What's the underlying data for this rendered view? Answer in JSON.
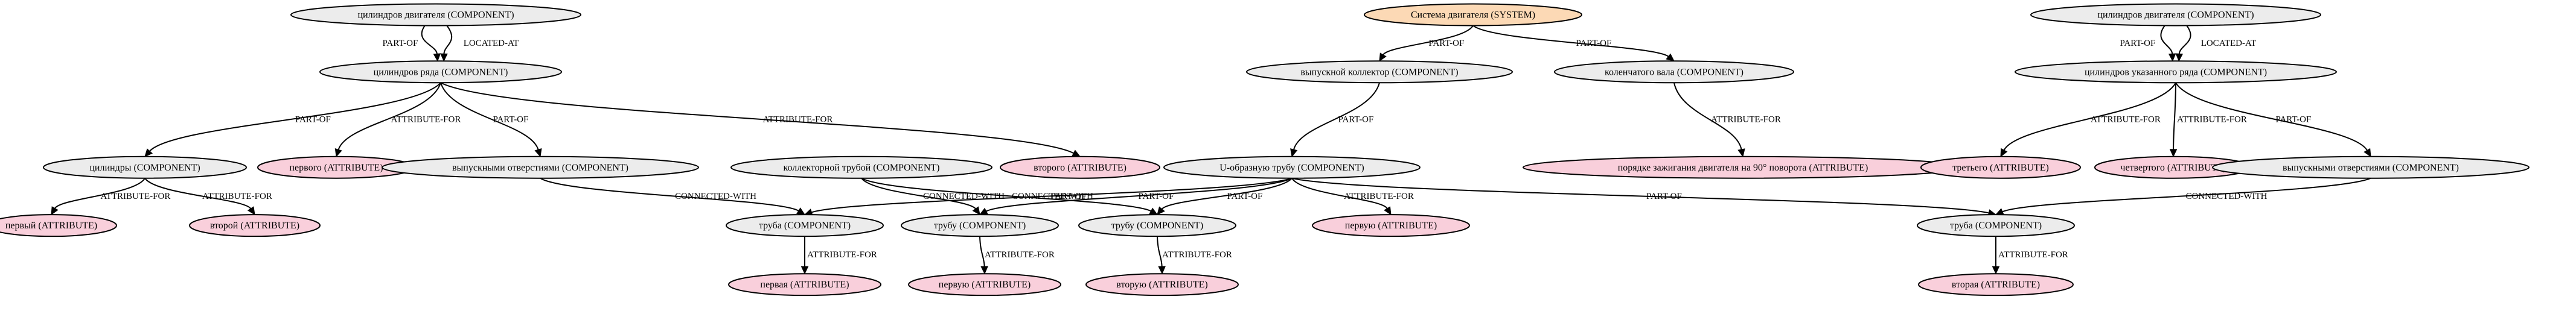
{
  "colors": {
    "system": "#fcd9b5",
    "component": "#ececec",
    "attribute": "#f9cfdb"
  },
  "nodes": [
    {
      "id": "cyl_dvig_L",
      "label": "цилиндров двигателя (COMPONENT)",
      "type": "component"
    },
    {
      "id": "cyl_ryada",
      "label": "цилиндров ряда (COMPONENT)",
      "type": "component"
    },
    {
      "id": "cylindry",
      "label": "цилиндры (COMPONENT)",
      "type": "component"
    },
    {
      "id": "pervogo",
      "label": "первого (ATTRIBUTE)",
      "type": "attribute"
    },
    {
      "id": "vypusk_otv_L",
      "label": "выпускными отверстиями (COMPONENT)",
      "type": "component"
    },
    {
      "id": "vtorogo",
      "label": "второго (ATTRIBUTE)",
      "type": "attribute"
    },
    {
      "id": "pervyi",
      "label": "первый (ATTRIBUTE)",
      "type": "attribute"
    },
    {
      "id": "vtoroi",
      "label": "второй (ATTRIBUTE)",
      "type": "attribute"
    },
    {
      "id": "kollektornoi",
      "label": "коллекторной трубой (COMPONENT)",
      "type": "component"
    },
    {
      "id": "system",
      "label": "Система двигателя (SYSTEM)",
      "type": "system"
    },
    {
      "id": "vypusk_koll",
      "label": "выпускной коллектор (COMPONENT)",
      "type": "component"
    },
    {
      "id": "kolench_vala",
      "label": "коленчатого вала (COMPONENT)",
      "type": "component"
    },
    {
      "id": "u_truba",
      "label": "U-образную трубу (COMPONENT)",
      "type": "component"
    },
    {
      "id": "poryadke",
      "label": "порядке зажигания двигателя на 90° поворота (ATTRIBUTE)",
      "type": "attribute"
    },
    {
      "id": "truba1",
      "label": "труба (COMPONENT)",
      "type": "component"
    },
    {
      "id": "truba2",
      "label": "трубу (COMPONENT)",
      "type": "component"
    },
    {
      "id": "truba3",
      "label": "трубу (COMPONENT)",
      "type": "component"
    },
    {
      "id": "pervuyu_mid",
      "label": "первую (ATTRIBUTE)",
      "type": "attribute"
    },
    {
      "id": "pervaya",
      "label": "первая (ATTRIBUTE)",
      "type": "attribute"
    },
    {
      "id": "pervuyu_bot",
      "label": "первую (ATTRIBUTE)",
      "type": "attribute"
    },
    {
      "id": "vtoruyu",
      "label": "вторую (ATTRIBUTE)",
      "type": "attribute"
    },
    {
      "id": "cyl_dvig_R",
      "label": "цилиндров двигателя (COMPONENT)",
      "type": "component"
    },
    {
      "id": "cyl_ukaz",
      "label": "цилиндров указанного ряда (COMPONENT)",
      "type": "component"
    },
    {
      "id": "tretego",
      "label": "третьего (ATTRIBUTE)",
      "type": "attribute"
    },
    {
      "id": "chetvertogo",
      "label": "четвертого (ATTRIBUTE)",
      "type": "attribute"
    },
    {
      "id": "vypusk_otv_R",
      "label": "выпускными отверстиями (COMPONENT)",
      "type": "component"
    },
    {
      "id": "truba4",
      "label": "труба (COMPONENT)",
      "type": "component"
    },
    {
      "id": "vtoraya",
      "label": "вторая (ATTRIBUTE)",
      "type": "attribute"
    }
  ],
  "edges": [
    {
      "from": "cyl_dvig_L",
      "to": "cyl_ryada",
      "label": "PART-OF"
    },
    {
      "from": "cyl_dvig_L",
      "to": "cyl_ryada",
      "label": "LOCATED-AT"
    },
    {
      "from": "cyl_ryada",
      "to": "cylindry",
      "label": "PART-OF"
    },
    {
      "from": "cyl_ryada",
      "to": "pervogo",
      "label": "ATTRIBUTE-FOR"
    },
    {
      "from": "cyl_ryada",
      "to": "vypusk_otv_L",
      "label": "PART-OF"
    },
    {
      "from": "cyl_ryada",
      "to": "vtorogo",
      "label": "ATTRIBUTE-FOR"
    },
    {
      "from": "cylindry",
      "to": "pervyi",
      "label": "ATTRIBUTE-FOR"
    },
    {
      "from": "cylindry",
      "to": "vtoroi",
      "label": "ATTRIBUTE-FOR"
    },
    {
      "from": "vypusk_otv_L",
      "to": "truba1",
      "label": "CONNECTED-WITH"
    },
    {
      "from": "kollektornoi",
      "to": "truba2",
      "label": "CONNECTED-WITH"
    },
    {
      "from": "kollektornoi",
      "to": "truba3",
      "label": "CONNECTED-WITH"
    },
    {
      "from": "system",
      "to": "vypusk_koll",
      "label": "PART-OF"
    },
    {
      "from": "system",
      "to": "kolench_vala",
      "label": "PART-OF"
    },
    {
      "from": "vypusk_koll",
      "to": "u_truba",
      "label": "PART-OF"
    },
    {
      "from": "kolench_vala",
      "to": "poryadke",
      "label": "ATTRIBUTE-FOR"
    },
    {
      "from": "u_truba",
      "to": "truba1",
      "label": "PART-OF"
    },
    {
      "from": "u_truba",
      "to": "truba2",
      "label": "PART-OF"
    },
    {
      "from": "u_truba",
      "to": "truba3",
      "label": "PART-OF"
    },
    {
      "from": "u_truba",
      "to": "pervuyu_mid",
      "label": "ATTRIBUTE-FOR"
    },
    {
      "from": "u_truba",
      "to": "truba4",
      "label": "PART-OF"
    },
    {
      "from": "truba1",
      "to": "pervaya",
      "label": "ATTRIBUTE-FOR"
    },
    {
      "from": "truba2",
      "to": "pervuyu_bot",
      "label": "ATTRIBUTE-FOR"
    },
    {
      "from": "truba3",
      "to": "vtoruyu",
      "label": "ATTRIBUTE-FOR"
    },
    {
      "from": "cyl_dvig_R",
      "to": "cyl_ukaz",
      "label": "PART-OF"
    },
    {
      "from": "cyl_dvig_R",
      "to": "cyl_ukaz",
      "label": "LOCATED-AT"
    },
    {
      "from": "cyl_ukaz",
      "to": "tretego",
      "label": "ATTRIBUTE-FOR"
    },
    {
      "from": "cyl_ukaz",
      "to": "chetvertogo",
      "label": "ATTRIBUTE-FOR"
    },
    {
      "from": "cyl_ukaz",
      "to": "vypusk_otv_R",
      "label": "PART-OF"
    },
    {
      "from": "vypusk_otv_R",
      "to": "truba4",
      "label": "CONNECTED-WITH"
    },
    {
      "from": "truba4",
      "to": "vtoraya",
      "label": "ATTRIBUTE-FOR"
    }
  ]
}
